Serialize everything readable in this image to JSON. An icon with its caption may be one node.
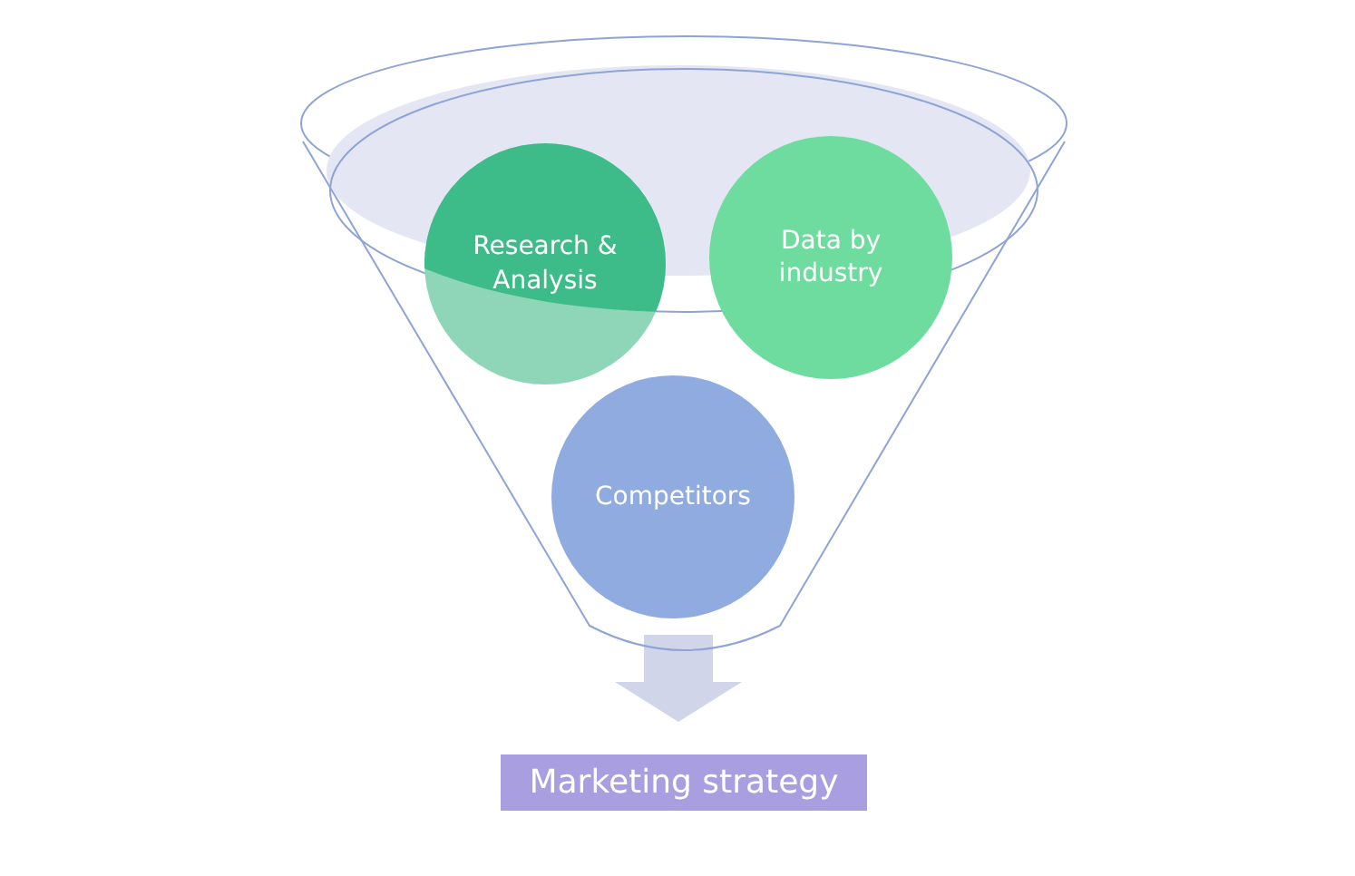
{
  "diagram": {
    "nodes": [
      {
        "text": [],
        "shape": "funnel"
      },
      {
        "text": [
          "Research & Analysis"
        ],
        "in": 0
      },
      {
        "text": [
          "Data by industry"
        ],
        "in": 0
      },
      {
        "text": [
          "Competitors"
        ],
        "in": 0
      },
      {
        "text": [
          "Marketing strategy"
        ]
      }
    ],
    "edges": [
      {
        "from": 0,
        "to": 4,
        "arrow": "to"
      }
    ]
  }
}
